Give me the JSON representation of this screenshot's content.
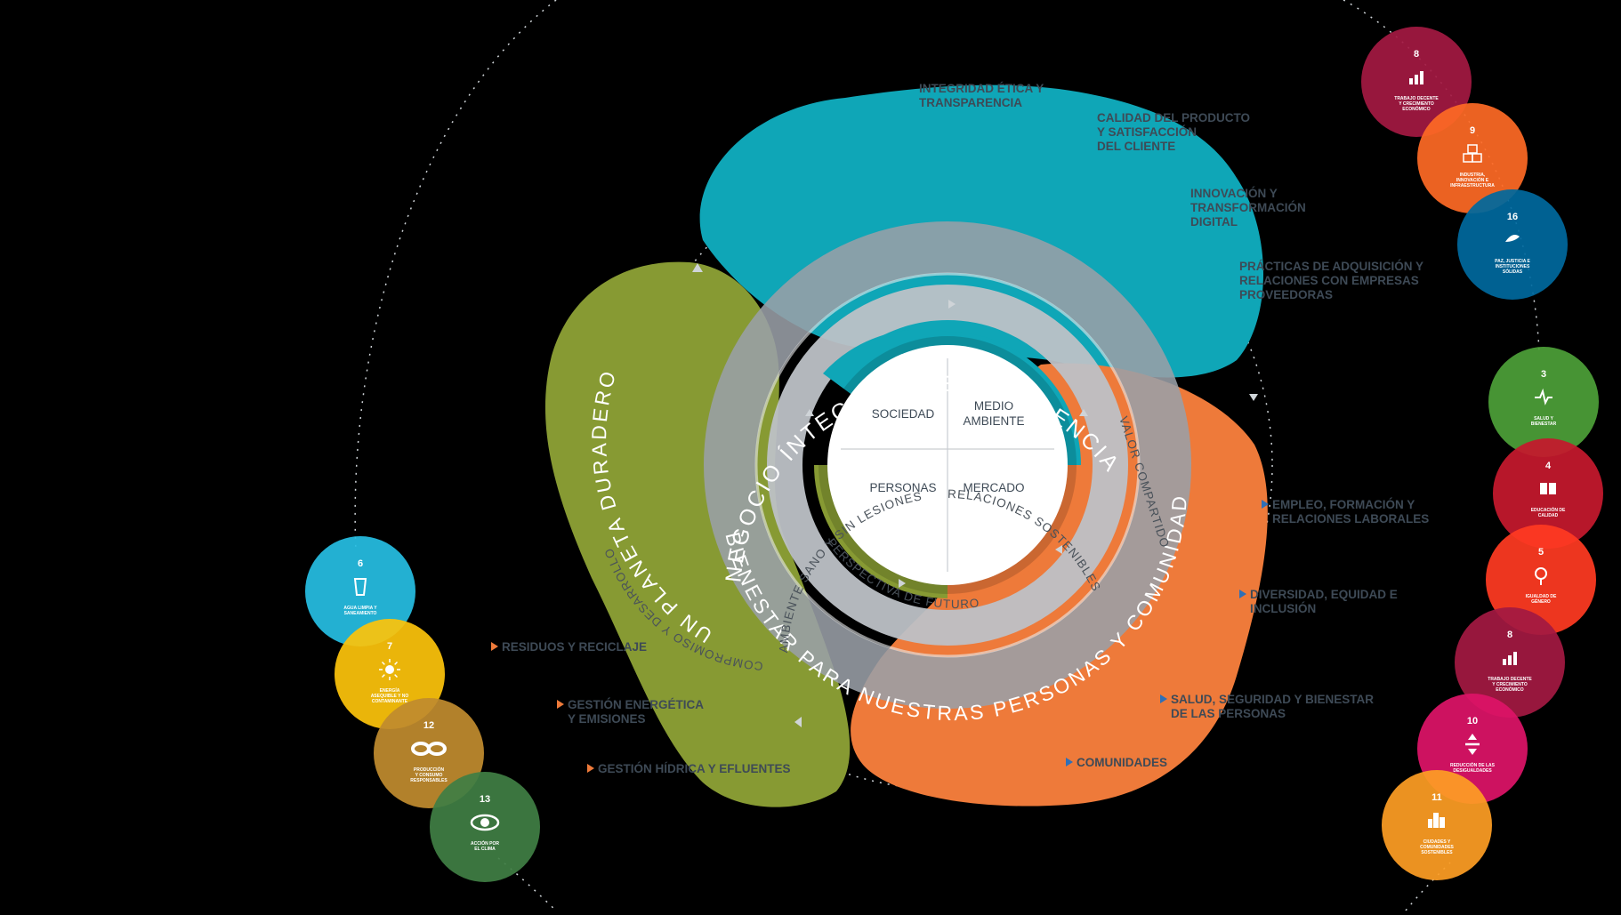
{
  "center": {
    "quadrants": [
      "SOCIEDAD",
      "MEDIO\nAMBIENTE",
      "PERSONAS",
      "MERCADO"
    ]
  },
  "inner_ring": [
    "AMBIENTE SANO Y SIN LESIONES",
    "RELACIONES SOSTENIBLES",
    "VALOR COMPARTIDO",
    "PERSPECTIVA DE FUTURO",
    "COMPROMISO Y DESARROLLO"
  ],
  "outer_ring": [
    "NEGOCIO ÍNTEGRO Y DE EXCELENCIA",
    "BIENESTAR PARA NUESTRAS PERSONAS Y COMUNIDADES",
    "UN PLANETA DURADERO"
  ],
  "topics": {
    "blue": [
      "INTEGRIDAD ÉTICA Y\nTRANSPARENCIA",
      "CALIDAD DEL PRODUCTO\nY SATISFACCIÓN\nDEL CLIENTE",
      "INNOVACIÓN Y\nTRANSFORMACIÓN\nDIGITAL",
      "PRÁCTICAS DE ADQUISICIÓN Y\nRELACIONES CON EMPRESAS\nPROVEEDORAS"
    ],
    "orange": [
      "EMPLEO, FORMACIÓN Y\nRELACIONES LABORALES",
      "DIVERSIDAD, EQUIDAD E\nINCLUSIÓN",
      "SALUD, SEGURIDAD Y BIENESTAR\nDE LAS PERSONAS",
      "COMUNIDADES"
    ],
    "green": [
      "RESIDUOS Y RECICLAJE",
      "GESTIÓN ENERGÉTICA\nY EMISIONES",
      "GESTIÓN HÍDRICA Y EFLUENTES"
    ]
  },
  "sdgs": {
    "top_right": [
      {
        "num": "8",
        "label": "TRABAJO DECENTE\nY CRECIMIENTO\nECONÓMICO",
        "color": "#A21942",
        "icon": "growth-chart-icon"
      },
      {
        "num": "9",
        "label": "INDUSTRIA,\nINNOVACIÓN E\nINFRAESTRUCTURA",
        "color": "#FD6925",
        "icon": "cubes-icon"
      },
      {
        "num": "16",
        "label": "PAZ, JUSTICIA E\nINSTITUCIONES\nSÓLIDAS",
        "color": "#00689D",
        "icon": "dove-icon"
      }
    ],
    "right": [
      {
        "num": "3",
        "label": "SALUD Y\nBIENESTAR",
        "color": "#4C9F38",
        "icon": "heartbeat-icon"
      },
      {
        "num": "4",
        "label": "EDUCACIÓN DE\nCALIDAD",
        "color": "#C5192D",
        "icon": "book-icon"
      },
      {
        "num": "5",
        "label": "IGUALDAD DE\nGÉNERO",
        "color": "#FF3A21",
        "icon": "gender-icon"
      },
      {
        "num": "8",
        "label": "TRABAJO DECENTE\nY CRECIMIENTO\nECONÓMICO",
        "color": "#A21942",
        "icon": "growth-chart-icon"
      },
      {
        "num": "10",
        "label": "REDUCCIÓN DE LAS\nDESIGUALDADES",
        "color": "#DD1367",
        "icon": "equality-arrows-icon"
      },
      {
        "num": "11",
        "label": "CIUDADES Y\nCOMUNIDADES\nSOSTENIBLES",
        "color": "#FD9D24",
        "icon": "city-icon"
      }
    ],
    "left": [
      {
        "num": "6",
        "label": "AGUA LIMPIA Y\nSANEAMIENTO",
        "color": "#26BDE2",
        "icon": "water-glass-icon"
      },
      {
        "num": "7",
        "label": "ENERGÍA\nASEQUIBLE Y NO\nCONTAMINANTE",
        "color": "#FCC30B",
        "icon": "sun-icon"
      },
      {
        "num": "12",
        "label": "PRODUCCIÓN\nY CONSUMO\nRESPONSABLES",
        "color": "#BF8B2E",
        "icon": "infinity-icon"
      },
      {
        "num": "13",
        "label": "ACCIÓN POR\nEL CLIMA",
        "color": "#3F7E44",
        "icon": "eye-globe-icon"
      }
    ]
  },
  "colors": {
    "blue": "#0FA6B7",
    "orange": "#EE7A3A",
    "green": "#879A33",
    "ring_outer": "#9A9FA7",
    "ring_inner": "#BDC1C6",
    "center": "#FFFFFF",
    "label_text": "#3E4A56"
  }
}
